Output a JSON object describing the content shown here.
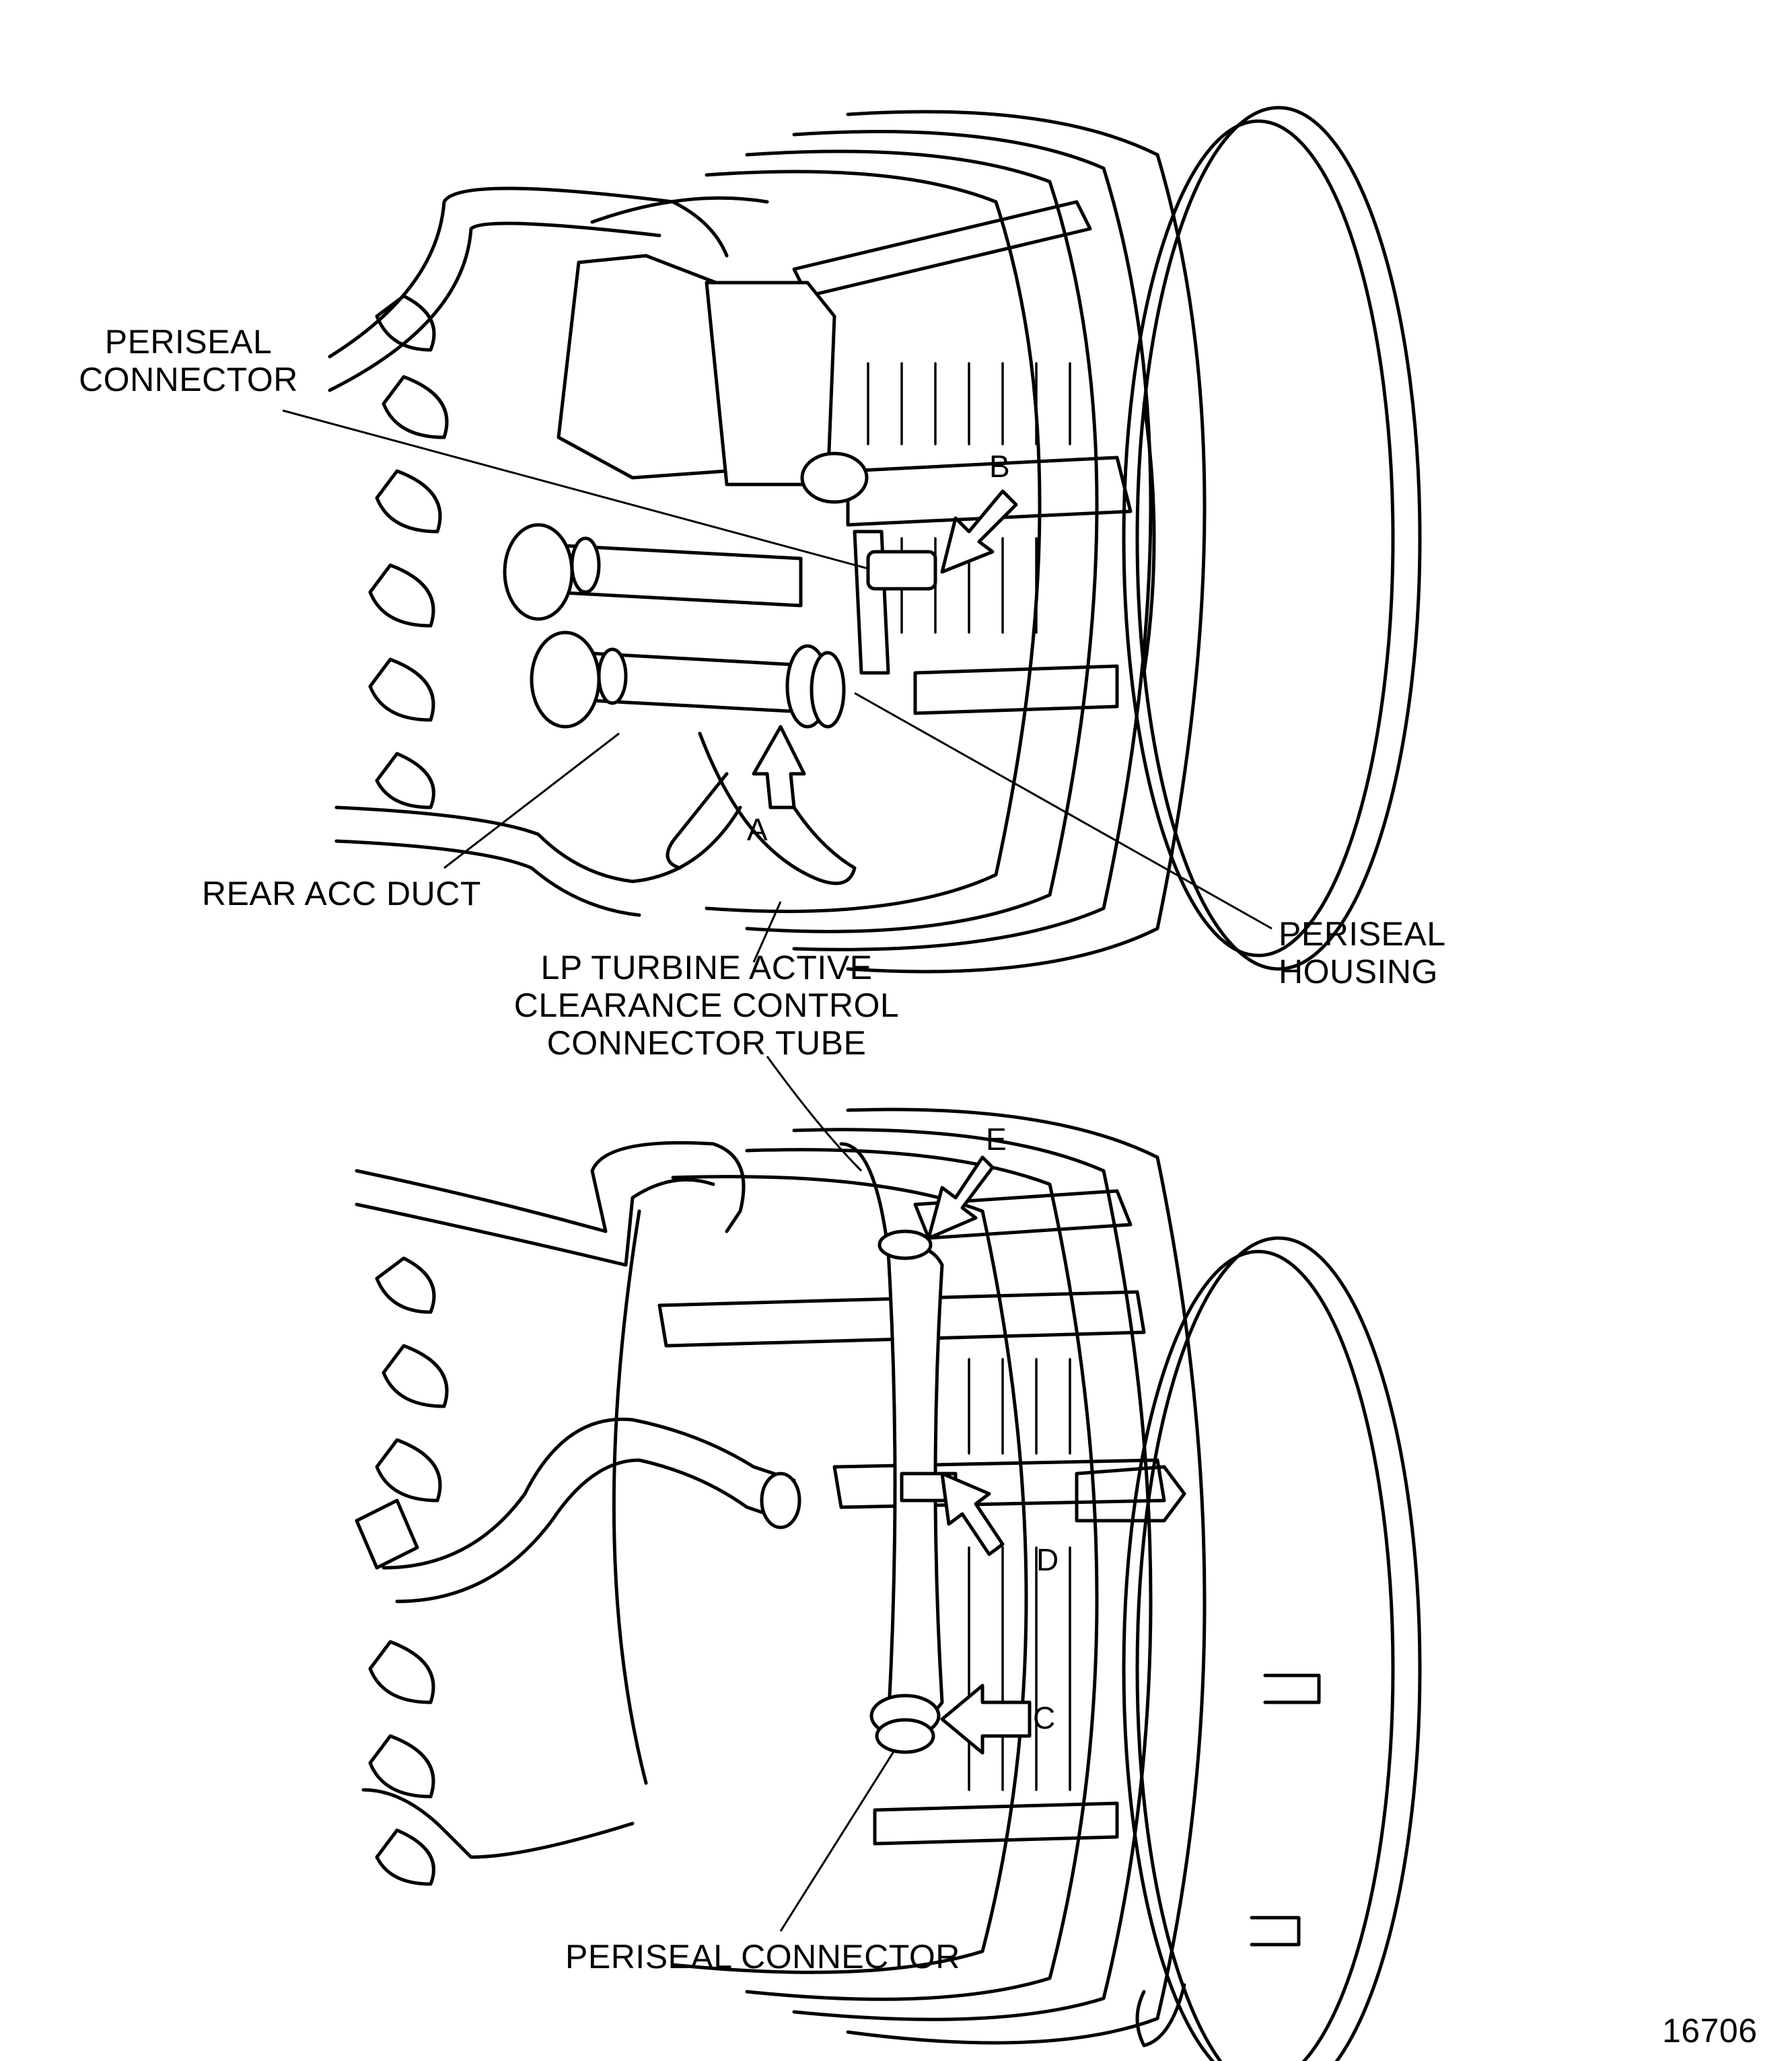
{
  "labels": {
    "periseal_connector_top": [
      "PERISEAL",
      "CONNECTOR"
    ],
    "rear_acc_duct": "REAR ACC DUCT",
    "lp_turbine": [
      "LP TURBINE ACTIVE",
      "CLEARANCE CONTROL",
      "CONNECTOR TUBE"
    ],
    "periseal_housing": [
      "PERISEAL",
      "HOUSING"
    ],
    "periseal_connector_bottom": "PERISEAL CONNECTOR",
    "figure_number": "16706"
  },
  "callouts": {
    "a": "A",
    "b": "B",
    "c": "C",
    "d": "D",
    "e": "E"
  }
}
